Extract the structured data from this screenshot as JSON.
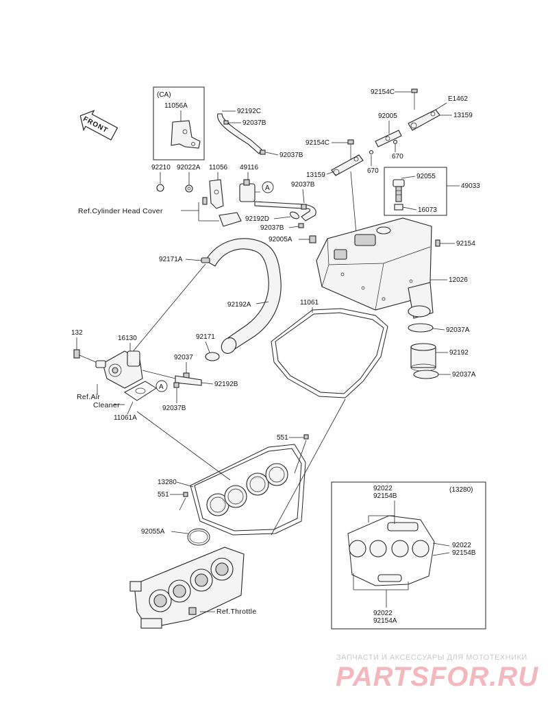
{
  "diagram": {
    "front_label": "FRONT",
    "ca_box_label": "(CA)",
    "inset_box_label": "(13280)",
    "callout_letter": "A",
    "refs": {
      "cylinder_head_cover": "Ref.Cylinder Head Cover",
      "air_cleaner_1": "Ref.Air",
      "air_cleaner_2": "Cleaner",
      "throttle": "Ref.Throttle"
    },
    "parts": {
      "p11056A": "11056A",
      "p92154C_top": "92154C",
      "pE1462": "E1462",
      "p13159_right": "13159",
      "p92192C": "92192C",
      "p92037B_1": "92037B",
      "p92005": "92005",
      "p92154C_mid": "92154C",
      "p670_a": "670",
      "p670_b": "670",
      "p92037B_2": "92037B",
      "p92210": "92210",
      "p92022A": "92022A",
      "p11056": "11056",
      "p49116": "49116",
      "p13159_left": "13159",
      "p92055": "92055",
      "p49033": "49033",
      "p92037B_3": "92037B",
      "p16073": "16073",
      "p92192D": "92192D",
      "p92037B_4": "92037B",
      "p92005A": "92005A",
      "p92154": "92154",
      "p92171A": "92171A",
      "p12026": "12026",
      "p92192A": "92192A",
      "p11061": "11061",
      "p92037A_1": "92037A",
      "p132": "132",
      "p16130": "16130",
      "p92171": "92171",
      "p92192": "92192",
      "p92037": "92037",
      "p92037A_2": "92037A",
      "p92192B": "92192B",
      "p92037B_5": "92037B",
      "p11061A": "11061A",
      "p551_a": "551",
      "p13280": "13280",
      "p551_b": "551",
      "p92055A": "92055A",
      "inset_92022_top": "92022",
      "inset_92154B_top": "92154B",
      "inset_92022_right": "92022",
      "inset_92154B_right": "92154B",
      "inset_92022_bottom": "92022",
      "inset_92154A_bottom": "92154A"
    }
  },
  "watermark": {
    "tagline": "ЗАПЧАСТИ И АКСЕССУАРЫ ДЛЯ МОТОТЕХНИКИ",
    "brand": "PARTSFOR.RU"
  }
}
